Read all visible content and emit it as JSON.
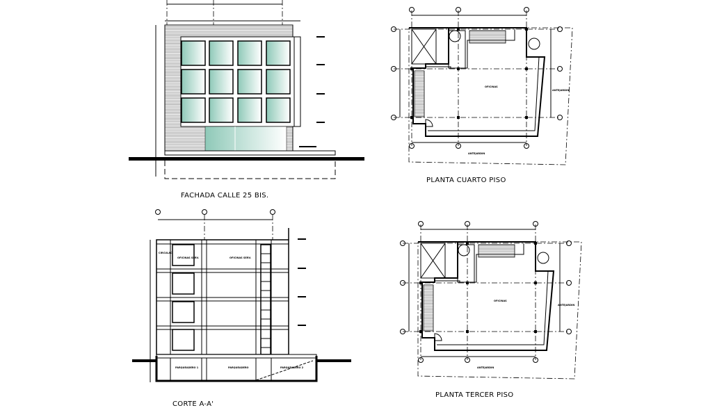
{
  "drawings": {
    "facade": {
      "title": "FACHADA CALLE 25 BIS."
    },
    "section": {
      "title": "CORTE A-A'",
      "room_labels": [
        "CIRCULAC.",
        "OFICINAS SERV.",
        "PARQUEADERO 1",
        "PARQUEADERO",
        "PARQUEADERO 2"
      ]
    },
    "plan_fourth": {
      "title": "PLANTA  CUARTO PISO",
      "room_label": "OFICINAS",
      "garden_label": "ANTEJARDIN"
    },
    "plan_third": {
      "title": "PLANTA  TERCER  PISO",
      "room_label": "OFICINAS",
      "garden_label": "ANTEJARDIN"
    }
  },
  "colors": {
    "glass_dark": "#8fc9b8",
    "glass_light": "#ffffff",
    "line": "#000000"
  }
}
